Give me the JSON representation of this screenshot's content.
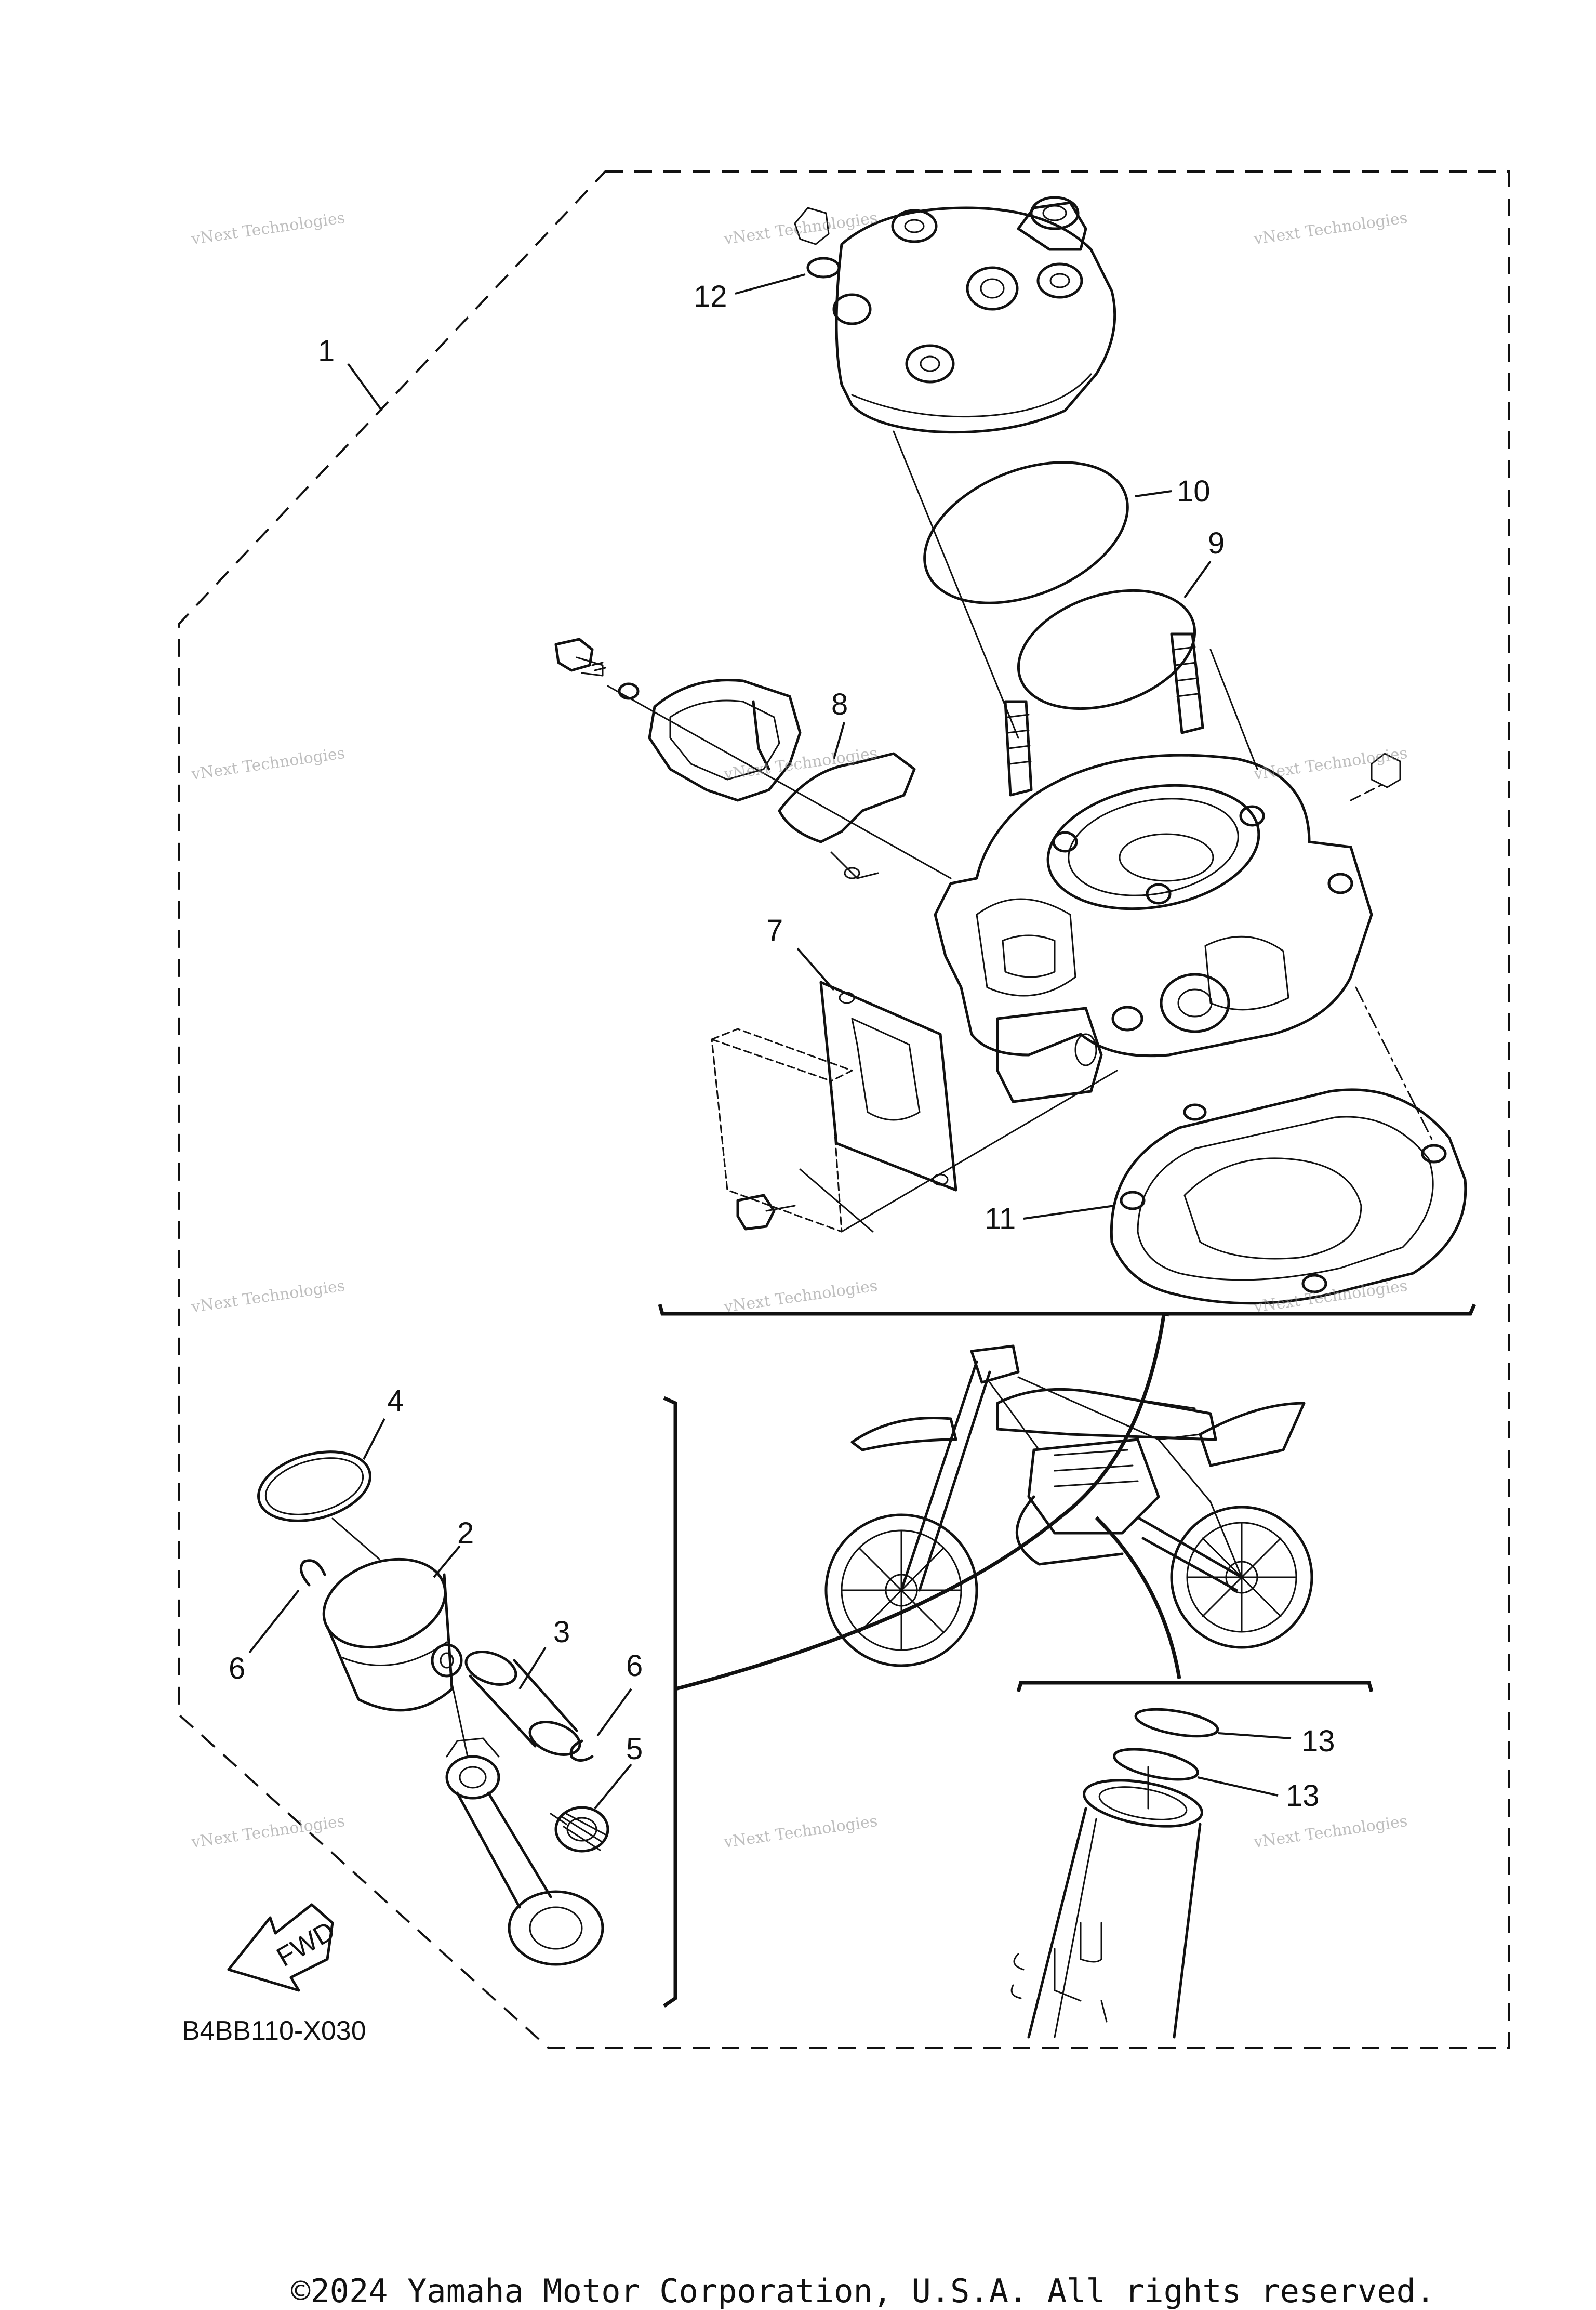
{
  "diagram": {
    "diagram_code": "B4BB110-X030",
    "fwd_label": "FWD",
    "callouts": [
      {
        "id": "c1",
        "label": "1"
      },
      {
        "id": "c2",
        "label": "2"
      },
      {
        "id": "c3",
        "label": "3"
      },
      {
        "id": "c4",
        "label": "4"
      },
      {
        "id": "c5",
        "label": "5"
      },
      {
        "id": "c6a",
        "label": "6"
      },
      {
        "id": "c6b",
        "label": "6"
      },
      {
        "id": "c7",
        "label": "7"
      },
      {
        "id": "c8",
        "label": "8"
      },
      {
        "id": "c9",
        "label": "9"
      },
      {
        "id": "c10",
        "label": "10"
      },
      {
        "id": "c11",
        "label": "11"
      },
      {
        "id": "c12",
        "label": "12"
      },
      {
        "id": "c13a",
        "label": "13"
      },
      {
        "id": "c13b",
        "label": "13"
      }
    ],
    "watermark_line1": "vNext Technologies",
    "watermark_line2": "vNext",
    "watermark_line3": "Technologies"
  },
  "footer": {
    "copyright": "©2024 Yamaha Motor Corporation, U.S.A. All rights reserved."
  }
}
